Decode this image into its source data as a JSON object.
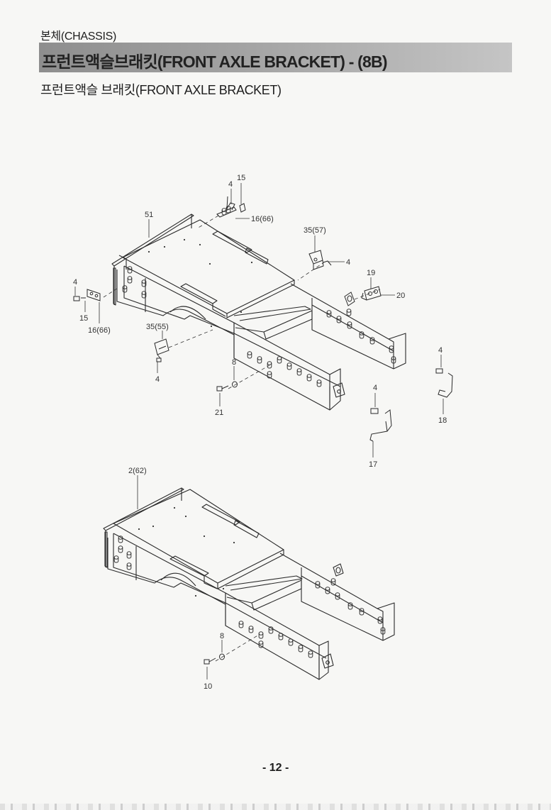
{
  "header": {
    "section_label": "본체(CHASSIS)",
    "title": "프런트액슬브래킷(FRONT AXLE BRACKET) - (8B)",
    "subtitle": "프런트액슬 브래킷(FRONT AXLE BRACKET)"
  },
  "callouts": {
    "p15_top": "15",
    "p4_top": "4",
    "p51": "51",
    "p16_66_top": "16(66)",
    "p35_57": "35(57)",
    "p4_right_bracket": "4",
    "p19": "19",
    "p20": "20",
    "p4_left": "4",
    "p15_left": "15",
    "p16_66_left": "16(66)",
    "p35_55": "35(55)",
    "p4_below_35": "4",
    "p8_upper": "8",
    "p21": "21",
    "p4_far_right": "4",
    "p18": "18",
    "p4_mid_right": "4",
    "p17": "17",
    "p2_62": "2(62)",
    "p8_lower": "8",
    "p10": "10"
  },
  "footer": {
    "page_number": "- 12 -"
  }
}
